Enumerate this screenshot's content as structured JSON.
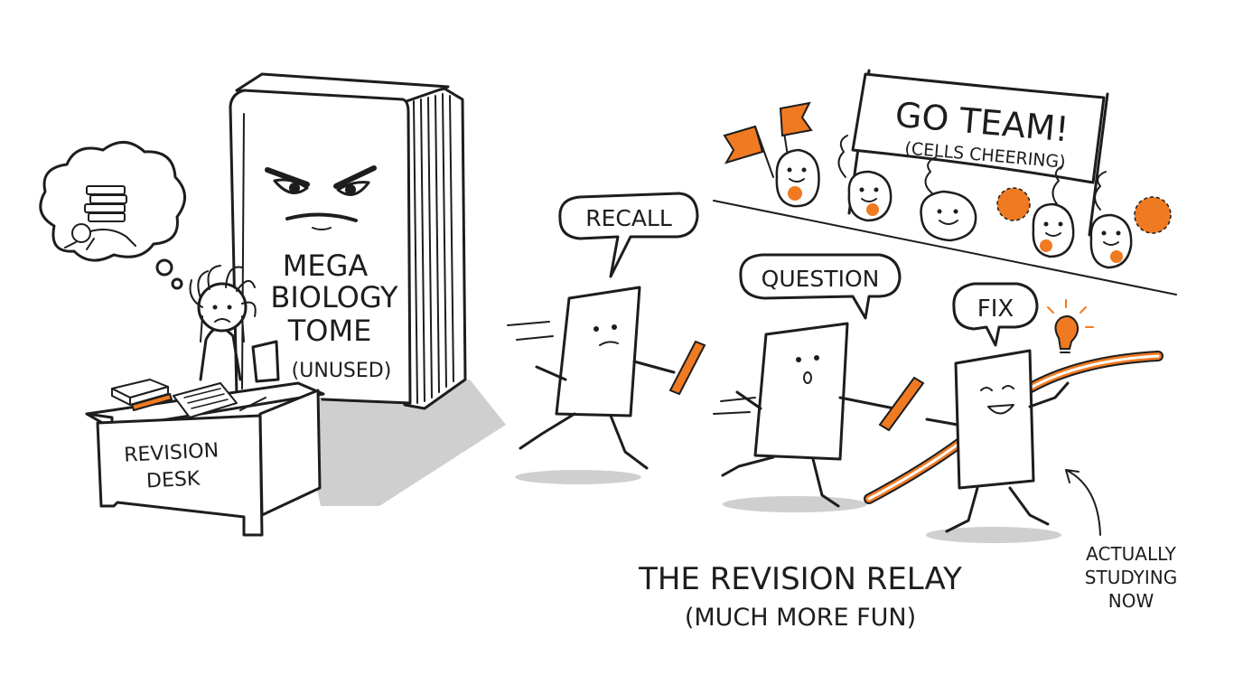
{
  "book": {
    "lines": [
      "MEGA",
      "BIOLOGY",
      "TOME",
      "(UNUSED)"
    ]
  },
  "desk": {
    "lines": [
      "REVISION",
      "DESK"
    ]
  },
  "banner": {
    "title": "GO TEAM!",
    "subtitle": "(CELLS CHEERING)"
  },
  "runners": [
    {
      "label": "RECALL"
    },
    {
      "label": "QUESTION"
    },
    {
      "label": "FIX"
    }
  ],
  "caption": {
    "title": "THE REVISION RELAY",
    "subtitle": "(MUCH MORE FUN)"
  },
  "note": {
    "lines": [
      "ACTUALLY",
      "STUDYING",
      "NOW"
    ]
  },
  "colors": {
    "ink": "#1d1d1d",
    "accent": "#f07a22",
    "shadow": "#cfcfcf"
  },
  "icons": [
    "thought-bubble-icon",
    "flag-icon",
    "pom-pom-icon",
    "baton-icon",
    "lightbulb-icon",
    "arrow-icon"
  ]
}
